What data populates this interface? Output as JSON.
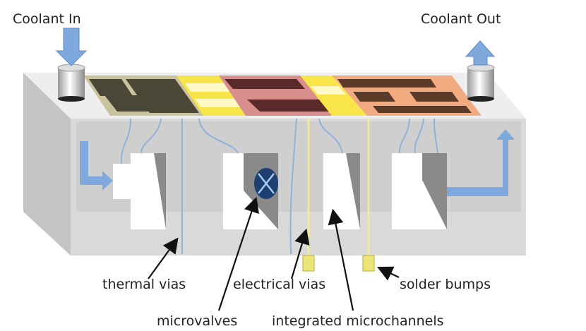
{
  "labels": {
    "coolant_in": "Coolant In",
    "coolant_out": "Coolant Out",
    "thermal_vias": "thermal vias",
    "electrical_vias": "electrical vias",
    "solder_bumps": "solder bumps",
    "microvalves": "microvalves",
    "integrated_microchannels": "integrated microchannels"
  },
  "colors": {
    "flow_arrow": "#7fa9dc",
    "body_front": "#d9d9d9",
    "body_side": "#c4c4c4",
    "body_top": "#eeeeee",
    "chip_olive": "#c9c29c",
    "chip_pink": "#d98e8e",
    "chip_orange": "#f2ab80",
    "interposer_yellow": "#f7e54a",
    "via_yellow": "#f0ea96",
    "valve": "#1f3f73"
  }
}
